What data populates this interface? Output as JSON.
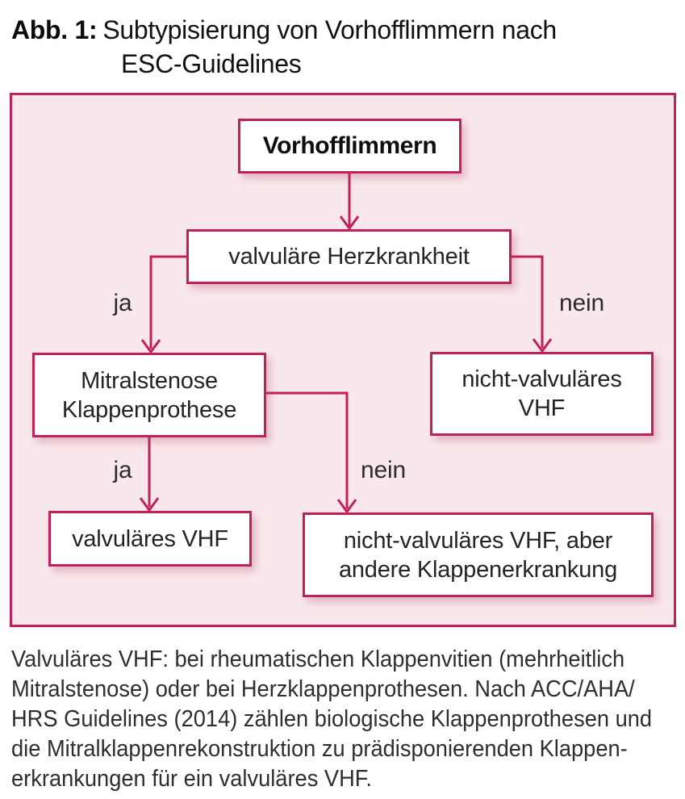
{
  "colors": {
    "accent": "#c1205b",
    "panel_bg": "#f9e8eb",
    "box_bg": "#ffffff",
    "text": "#242424"
  },
  "title": {
    "prefix": "Abb. 1:",
    "line1": "Subtypisierung von Vorhofflimmern nach",
    "line2": "ESC-Guidelines"
  },
  "flowchart": {
    "nodes": {
      "root": {
        "label": "Vorhofflimmern"
      },
      "decision": {
        "label": "valvuläre Herzkrankheit"
      },
      "valvular_cause": {
        "line1": "Mitralstenose",
        "line2": "Klappenprothese"
      },
      "non_valvular": {
        "line1": "nicht-valvuläres",
        "line2": "VHF"
      },
      "valvular_vhf": {
        "label": "valvuläres VHF"
      },
      "non_valvular_other_valve": {
        "line1": "nicht-valvuläres VHF, aber",
        "line2": "andere Klappenerkrankung"
      }
    },
    "edge_labels": {
      "ja1": "ja",
      "nein1": "nein",
      "ja2": "ja",
      "nein2": "nein"
    }
  },
  "caption": {
    "lines": [
      "Valvuläres VHF: bei rheumatischen Klappenvitien (mehrheitlich",
      "Mitralstenose) oder bei Herzklappenprothesen. Nach ACC/AHA/",
      "HRS Guidelines (2014) zählen biologische Klappenprothesen und",
      "die Mitralklappenrekonstruktion zu prädisponierenden Klappen-",
      "erkrankungen für ein valvuläres VHF."
    ]
  }
}
